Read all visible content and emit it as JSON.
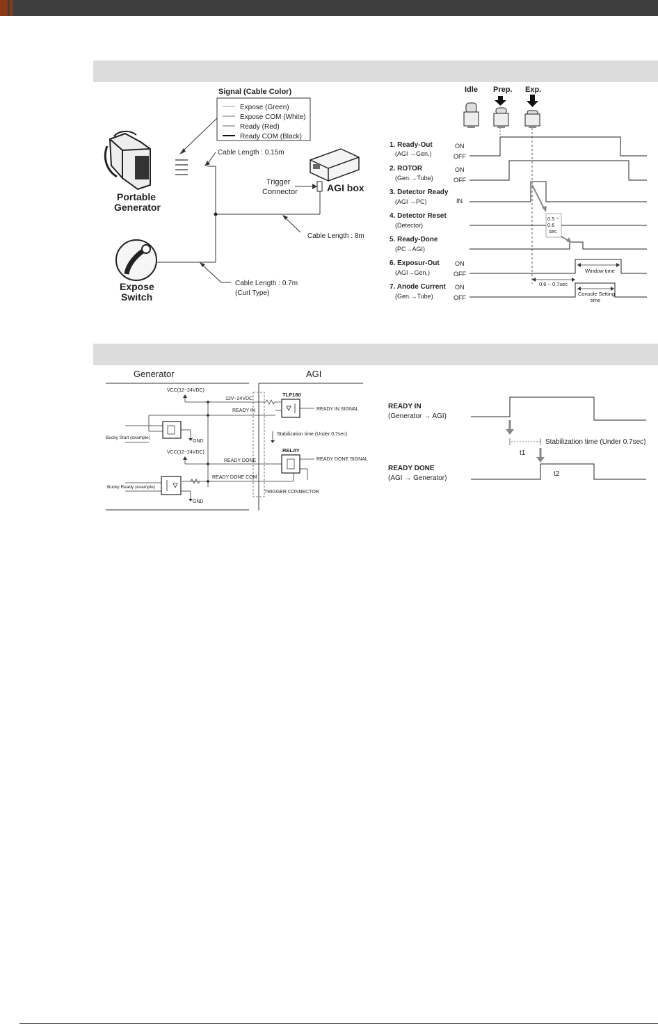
{
  "page": {
    "colors": {
      "header_bar": "#3e3e3e",
      "accent": "#8a3a14",
      "section_header": "#dcdcdc"
    }
  },
  "fig1": {
    "signal_title": "Signal (Cable Color)",
    "signals": [
      "Expose (Green)",
      "Expose COM (White)",
      "Ready (Red)",
      "Ready COM (Black)"
    ],
    "cable_015": "Cable Length : 0.15m",
    "trigger_connector": [
      "Trigger",
      "Connector"
    ],
    "agi_box": "AGI box",
    "portable_generator": [
      "Portable",
      "Generator"
    ],
    "cable_8m": "Cable Length : 8m",
    "expose_switch": [
      "Expose",
      "Switch"
    ],
    "cable_07": [
      "Cable Length : 0.7m",
      "(Curl Type)"
    ]
  },
  "fig2": {
    "states": [
      "Idle",
      "Prep.",
      "Exp."
    ],
    "rows": [
      {
        "name": "1. Ready-Out",
        "sub": "(AGI →Gen.)",
        "levels": [
          "ON",
          "OFF"
        ]
      },
      {
        "name": "2. ROTOR",
        "sub": "(Gen.→Tube)",
        "levels": [
          "ON",
          "OFF"
        ]
      },
      {
        "name": "3. Detector Ready",
        "sub": "(AGI →PC)",
        "levels": [
          "IN"
        ]
      },
      {
        "name": "4. Detector Reset",
        "sub": "(Detector)",
        "levels": []
      },
      {
        "name": "5. Ready-Done",
        "sub": "(PC→AGI)",
        "levels": []
      },
      {
        "name": "6. Exposur-Out",
        "sub": "(AGI→Gen.)",
        "levels": [
          "ON",
          "OFF"
        ]
      },
      {
        "name": "7. Anode Current",
        "sub": "(Gen.→Tube)",
        "levels": [
          "ON",
          "OFF"
        ]
      }
    ],
    "delay_05": [
      "0.5 ~",
      "0.6",
      "sec"
    ],
    "delay_06": "0.6 ~ 0.7sec",
    "window_time": "Window time",
    "console_setting": [
      "Console Setting",
      "time"
    ]
  },
  "fig3": {
    "generator": "Generator",
    "agi": "AGI",
    "vcc1": "VCC(12~24VDC)",
    "v12": "12V~24VDC",
    "tlp": "TLP180",
    "ready_in_signal": "READY IN SIGNAL",
    "ready_in": "READY IN",
    "bucky_start": "Bucky Start (example)",
    "gnd": "GND",
    "stab": "Stabilization time (Under 0.7sec)",
    "vcc2": "VCC(12~24VDC)",
    "relay": "RELAY",
    "ready_done_signal": "READY DONE SIGNAL",
    "ready_done": "READY DONE",
    "ready_done_com": "READY DONE COM",
    "bucky_ready": "Bucky Ready (example)",
    "trigger_connector": "TRIGGER CONNECTOR"
  },
  "fig4": {
    "ready_in": "READY IN",
    "ready_in_sub": "(Generator → AGI)",
    "stab": "Stabilization time (Under 0.7sec)",
    "t1": "t1",
    "ready_done": "READY DONE",
    "ready_done_sub": "(AGI → Generator)",
    "t2": "t2"
  }
}
